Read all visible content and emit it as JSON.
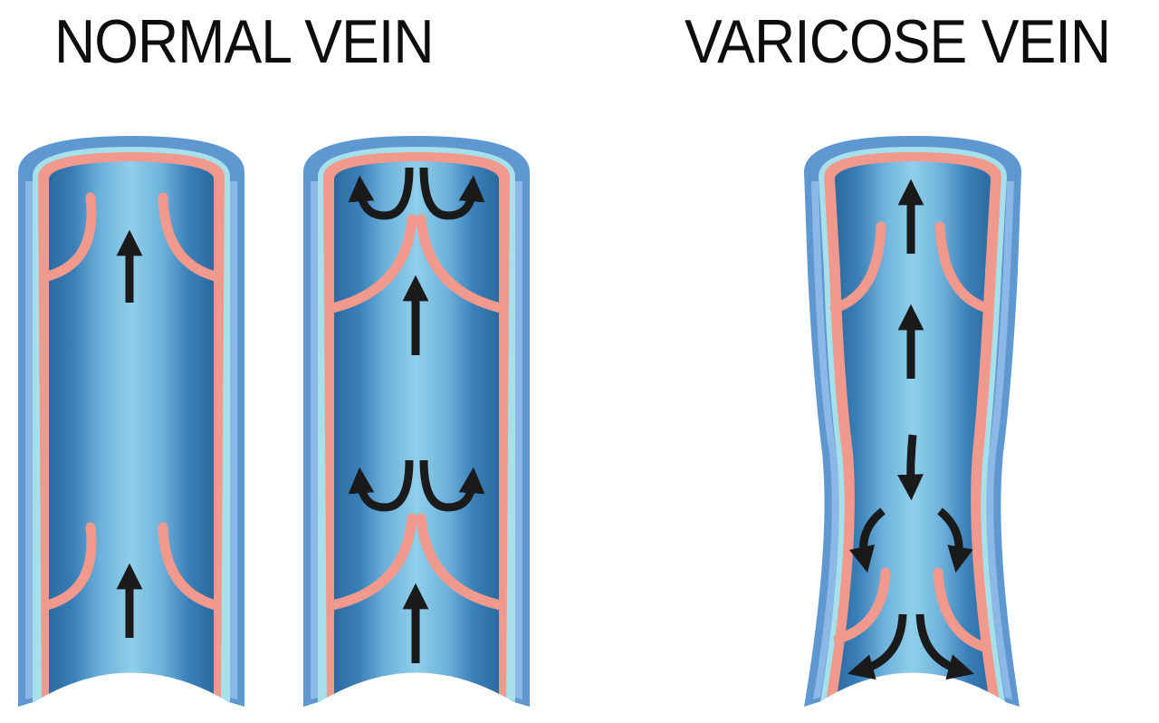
{
  "titles": {
    "normal": "NORMAL VEIN",
    "varicose": "VARICOSE VEIN"
  },
  "colors": {
    "background": "#ffffff",
    "outer_wall": "#5f97d0",
    "outer_wall_light": "#8bb8e6",
    "middle_layer": "#a6e0ea",
    "inner_lining": "#f2998d",
    "lumen_dark": "#2b6aa0",
    "lumen_light": "#8fcfea",
    "valve": "#f2998d",
    "arrow": "#1a1a1a",
    "title_text": "#0d0d0d"
  },
  "panels": [
    {
      "id": "normal-vein-open",
      "group": "normal",
      "description": "Normal vein with open valves, blood flowing upward",
      "valves": 2,
      "arrows": [
        "up",
        "up"
      ]
    },
    {
      "id": "normal-vein-closed",
      "group": "normal",
      "description": "Normal vein with closed valves, backflow redirected upward into cusps",
      "valves": 2,
      "arrows": [
        "u-turn-pair",
        "up",
        "u-turn-pair",
        "up"
      ]
    },
    {
      "id": "varicose-vein",
      "group": "varicose",
      "description": "Varicose vein with incompetent valves, blood flowing backward and pooling",
      "valves": 2,
      "arrows": [
        "up",
        "up",
        "down",
        "curve-down-left",
        "curve-down-right",
        "diverge-down-left",
        "diverge-down-right"
      ]
    }
  ]
}
